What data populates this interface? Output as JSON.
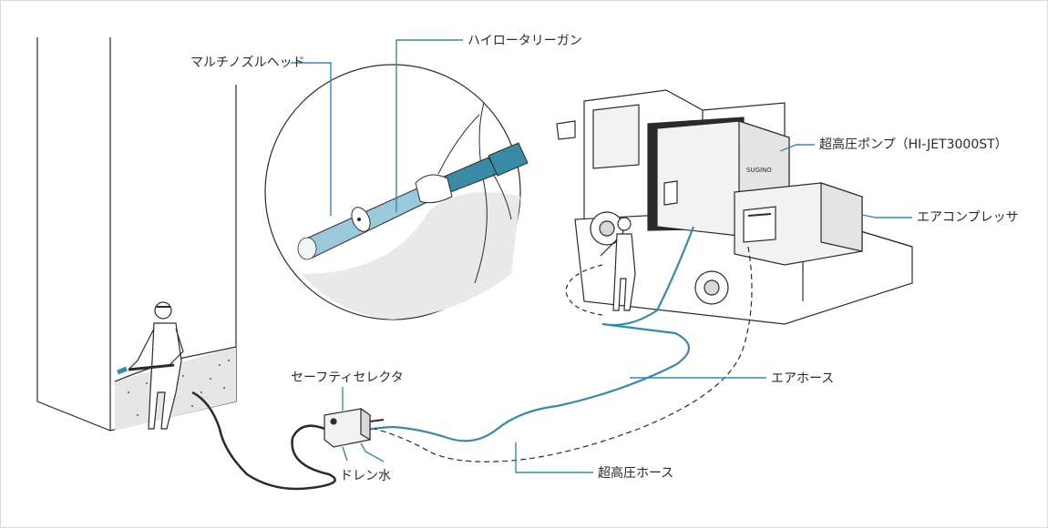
{
  "colors": {
    "accent": "#1f7a9c",
    "hose": "#3a8aa6",
    "line": "#2b2b2b",
    "fill_light": "#f2f2f2",
    "fill_mid": "#d9d9d9"
  },
  "labels": {
    "multi_nozzle_head": "マルチノズルヘッド",
    "high_rotary_gun": "ハイロータリーガン",
    "ultra_high_pressure_pump": "超高圧ポンプ（HI-JET3000ST）",
    "air_compressor": "エアコンプレッサ",
    "safety_selector": "セーフティセレクタ",
    "air_hose": "エアホース",
    "drain_water": "ドレン水",
    "ultra_high_pressure_hose": "超高圧ホース"
  },
  "brand_text": "SUGINO"
}
